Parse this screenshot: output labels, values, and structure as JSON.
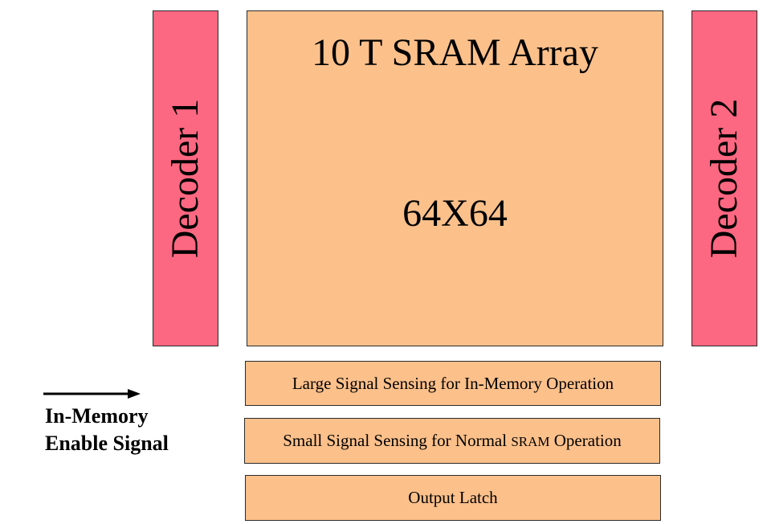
{
  "decoders": {
    "left": "Decoder 1",
    "right": "Decoder 2"
  },
  "array": {
    "title": "10 T SRAM Array",
    "size": "64X64"
  },
  "sensing": {
    "large_signal": "Large Signal Sensing for In-Memory Operation",
    "small_signal_prefix": "Small Signal Sensing for Normal ",
    "small_signal_sram": "SRAM",
    "small_signal_suffix": " Operation"
  },
  "output_latch": "Output Latch",
  "enable_signal": {
    "line1": "In-Memory",
    "line2": "Enable Signal"
  },
  "colors": {
    "decoder_fill": "#fc6781",
    "block_fill": "#fcc08b",
    "outline": "#2b2b2b"
  }
}
